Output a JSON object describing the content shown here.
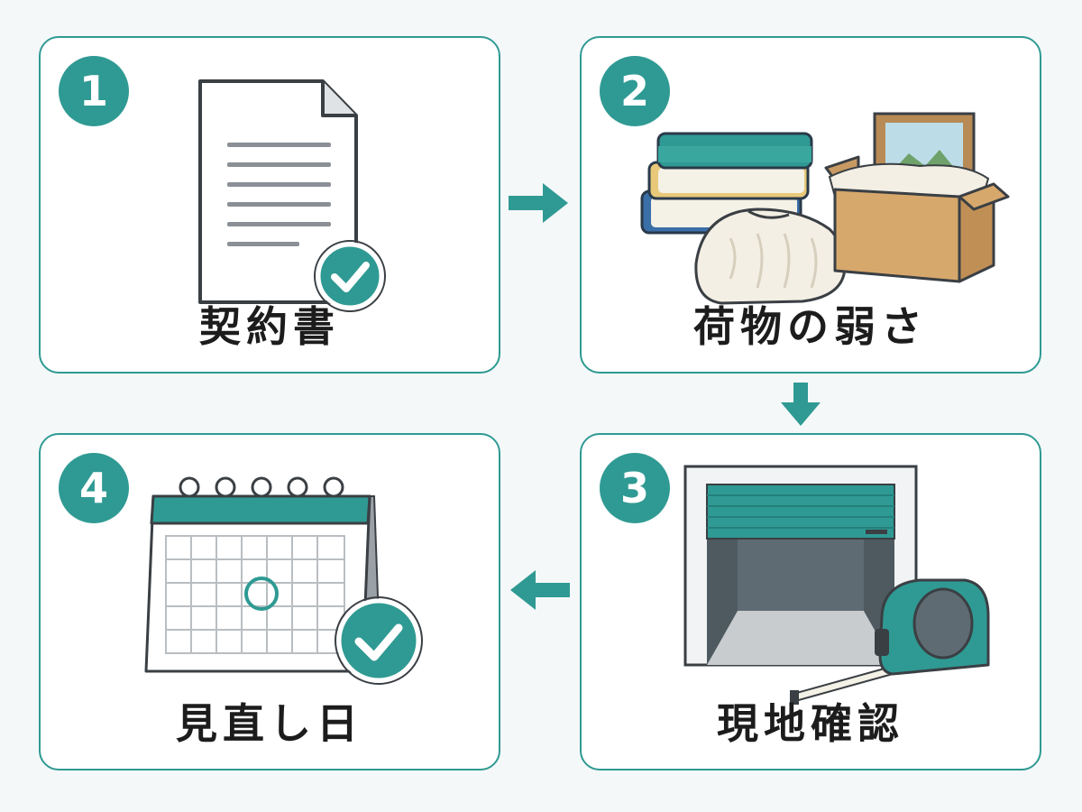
{
  "steps": [
    {
      "number": "1",
      "label": "契約書"
    },
    {
      "number": "2",
      "label": "荷物の弱さ"
    },
    {
      "number": "3",
      "label": "現地確認"
    },
    {
      "number": "4",
      "label": "見直し日"
    }
  ],
  "colors": {
    "accent": "#2f9a93",
    "border": "#2f9a93",
    "background": "#f4f8f9"
  },
  "icons": [
    "document-check-icon",
    "belongings-box-icon",
    "storage-unit-tape-measure-icon",
    "calendar-check-icon",
    "arrow-right-icon",
    "arrow-down-icon",
    "arrow-left-icon"
  ]
}
